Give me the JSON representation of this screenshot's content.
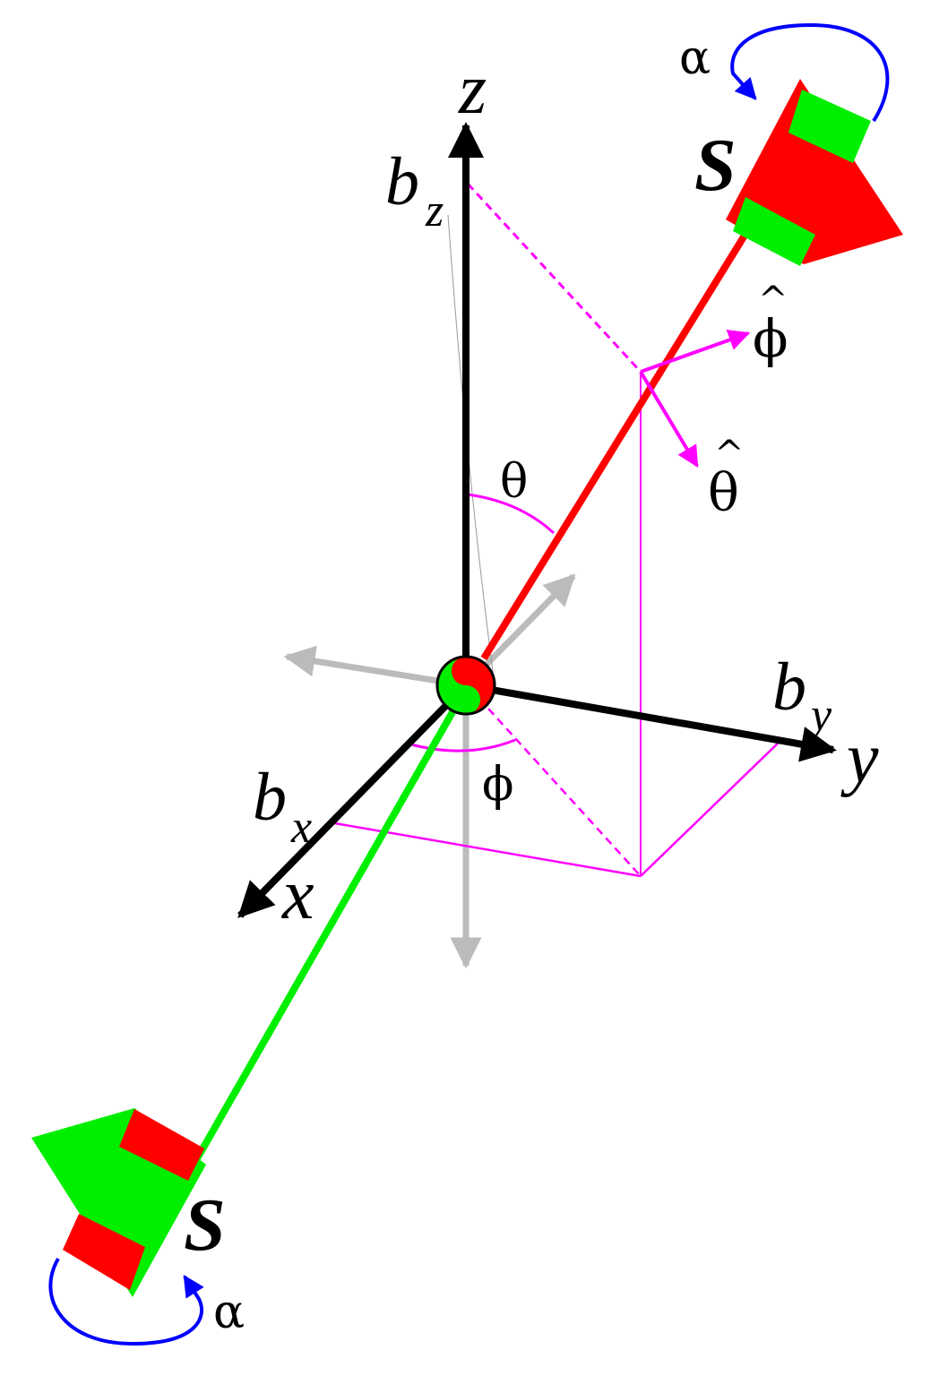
{
  "labels": {
    "axis_z": "z",
    "axis_y": "y",
    "axis_x": "x",
    "b_z_base": "b",
    "b_z_sub": "z",
    "b_y_base": "b",
    "b_y_sub": "y",
    "b_x_base": "b",
    "b_x_sub": "x",
    "theta": "θ",
    "phi": "ϕ",
    "theta_hat": "θ",
    "phi_hat": "ϕ",
    "hat_mark": "^",
    "spin_top": "S",
    "spin_bottom": "S",
    "alpha_top": "α",
    "alpha_bottom": "α"
  },
  "colors": {
    "axis": "#000000",
    "spin_up": "#ff0000",
    "spin_down": "#00ee00",
    "projection": "#ff00ff",
    "rotation": "#0000ff",
    "ghost_axes": "#bbbbbb"
  }
}
